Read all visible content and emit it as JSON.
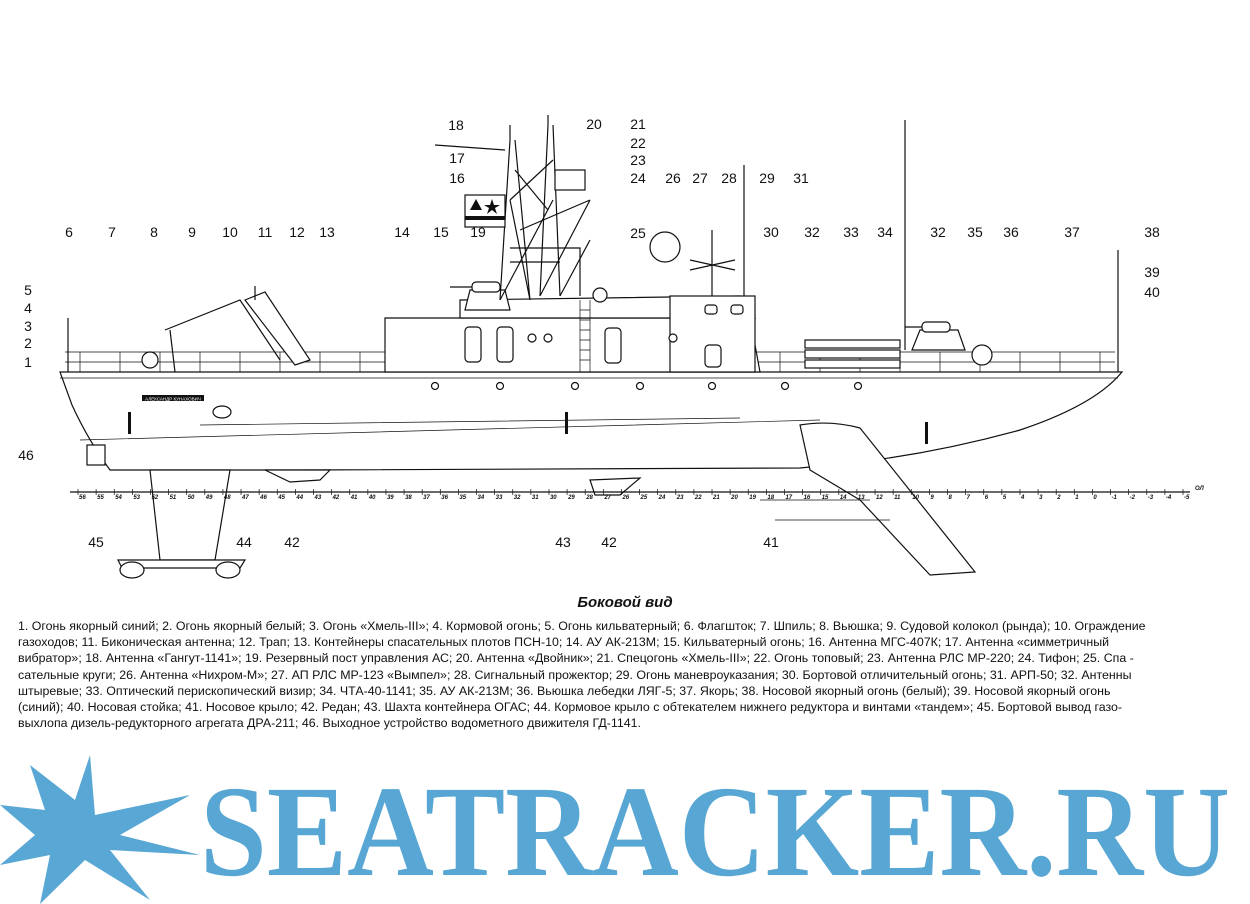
{
  "drawing": {
    "title": "Боковой вид",
    "hull_name": "АЛЕКСАНДР КУНАХОВИЧ",
    "baseline_label": "ОЛ",
    "stations": [
      "56",
      "55",
      "54",
      "53",
      "52",
      "51",
      "50",
      "49",
      "48",
      "47",
      "46",
      "45",
      "44",
      "43",
      "42",
      "41",
      "40",
      "39",
      "38",
      "37",
      "36",
      "35",
      "34",
      "33",
      "32",
      "31",
      "30",
      "29",
      "28",
      "27",
      "26",
      "25",
      "24",
      "23",
      "22",
      "21",
      "20",
      "19",
      "18",
      "17",
      "16",
      "15",
      "14",
      "13",
      "12",
      "11",
      "10",
      "9",
      "8",
      "7",
      "6",
      "5",
      "4",
      "3",
      "2",
      "1",
      "0",
      "-1",
      "-2",
      "-3",
      "-4",
      "-5"
    ],
    "callouts": [
      "1",
      "2",
      "3",
      "4",
      "5",
      "6",
      "7",
      "8",
      "9",
      "10",
      "11",
      "12",
      "13",
      "14",
      "15",
      "16",
      "17",
      "18",
      "19",
      "20",
      "21",
      "22",
      "23",
      "24",
      "25",
      "26",
      "27",
      "28",
      "29",
      "30",
      "31",
      "32",
      "33",
      "34",
      "32",
      "35",
      "36",
      "37",
      "38",
      "39",
      "40",
      "41",
      "42",
      "42",
      "43",
      "44",
      "45",
      "46"
    ]
  },
  "caption_lines": [
    "1. Огонь якорный синий; 2. Огонь якорный белый; 3. Огонь «Хмель-III»; 4. Кормовой огонь; 5. Огонь кильватерный; 6. Флагшток; 7. Шпиль; 8. Вьюшка; 9. Судовой колокол (рында); 10. Ограждение",
    "газоходов; 11. Биконическая антенна; 12. Трап; 13. Контейнеры спасательных плотов ПСН-10; 14. АУ АК-213М; 15. Кильватерный огонь; 16. Антенна МГС-407К; 17. Антенна «симметричный",
    "вибратор»; 18. Антенна «Гангут-1141»; 19. Резервный пост управления АС; 20. Антенна «Двойник»; 21. Спецогонь «Хмель-III»; 22. Огонь топовый; 23. Антенна РЛС МР-220; 24. Тифон; 25. Спа -",
    "сательные круги; 26. Антенна «Нихром-М»; 27. АП РЛС МР-123 «Вымпел»; 28. Сигнальный прожектор; 29. Огонь маневроуказания; 30. Бортовой отличительный огонь; 31. АРП-50; 32. Антенны",
    "штыревые; 33. Оптический перископический визир; 34. ЧТА-40-1141; 35. АУ АК-213М; 36. Вьюшка лебедки ЛЯГ-5; 37. Якорь; 38. Носовой якорный огонь (белый); 39. Носовой якорный огонь",
    "(синий); 40. Носовая стойка; 41. Носовое крыло; 42. Редан; 43. Шахта контейнера ОГАС; 44. Кормовое крыло с обтекателем нижнего редуктора и винтами «тандем»; 45. Бортовой вывод газо-",
    "выхлопа дизель-редукторного агрегата ДРА-211; 46. Выходное устройство водометного движителя ГД-1141."
  ],
  "watermark": {
    "text": "SEATRACKER.RU",
    "color": "#4a9fd0"
  }
}
